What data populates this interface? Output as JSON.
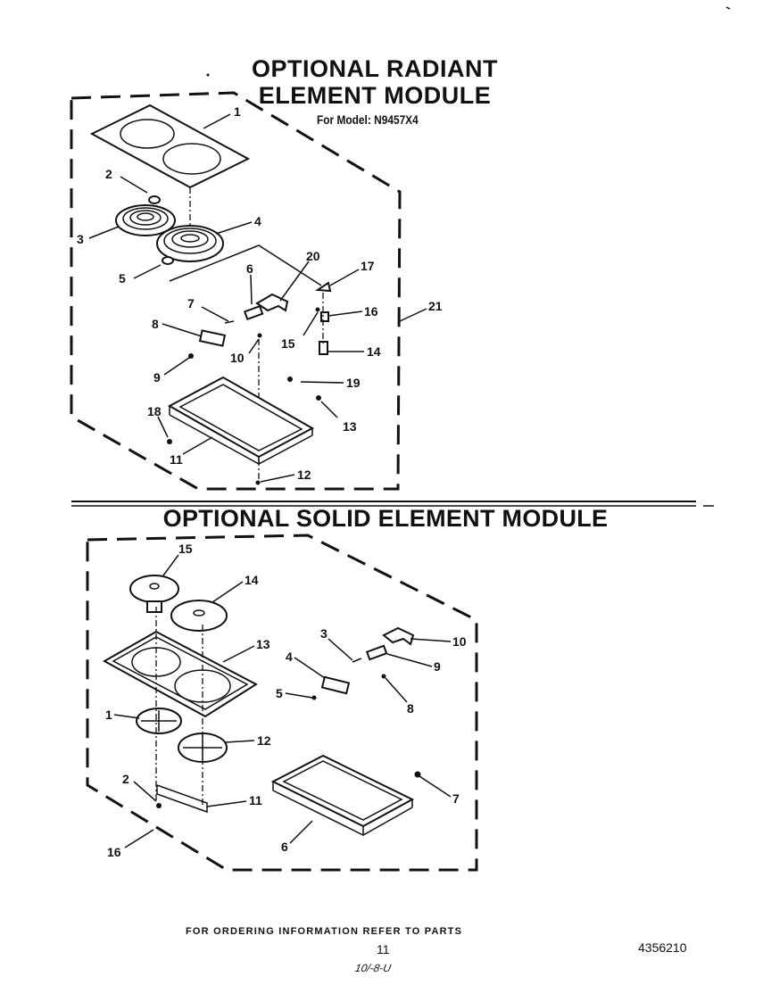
{
  "header": {
    "title_line1": "OPTIONAL RADIANT",
    "title_line2": "ELEMENT MODULE",
    "model": "For Model: N9457X4"
  },
  "section2": {
    "title": "OPTIONAL SOLID ELEMENT MODULE"
  },
  "footer": {
    "note": "FOR ORDERING INFORMATION REFER TO PARTS",
    "page": "11",
    "doc_number": "4356210",
    "scribble": "10/-8-U"
  },
  "radiant_callouts": [
    "1",
    "2",
    "3",
    "4",
    "5",
    "6",
    "7",
    "8",
    "9",
    "10",
    "11",
    "12",
    "13",
    "14",
    "15",
    "16",
    "17",
    "18",
    "19",
    "20",
    "21"
  ],
  "solid_callouts": [
    "15",
    "14",
    "13",
    "1",
    "12",
    "2",
    "11",
    "16",
    "3",
    "10",
    "4",
    "9",
    "5",
    "8",
    "7",
    "6"
  ]
}
